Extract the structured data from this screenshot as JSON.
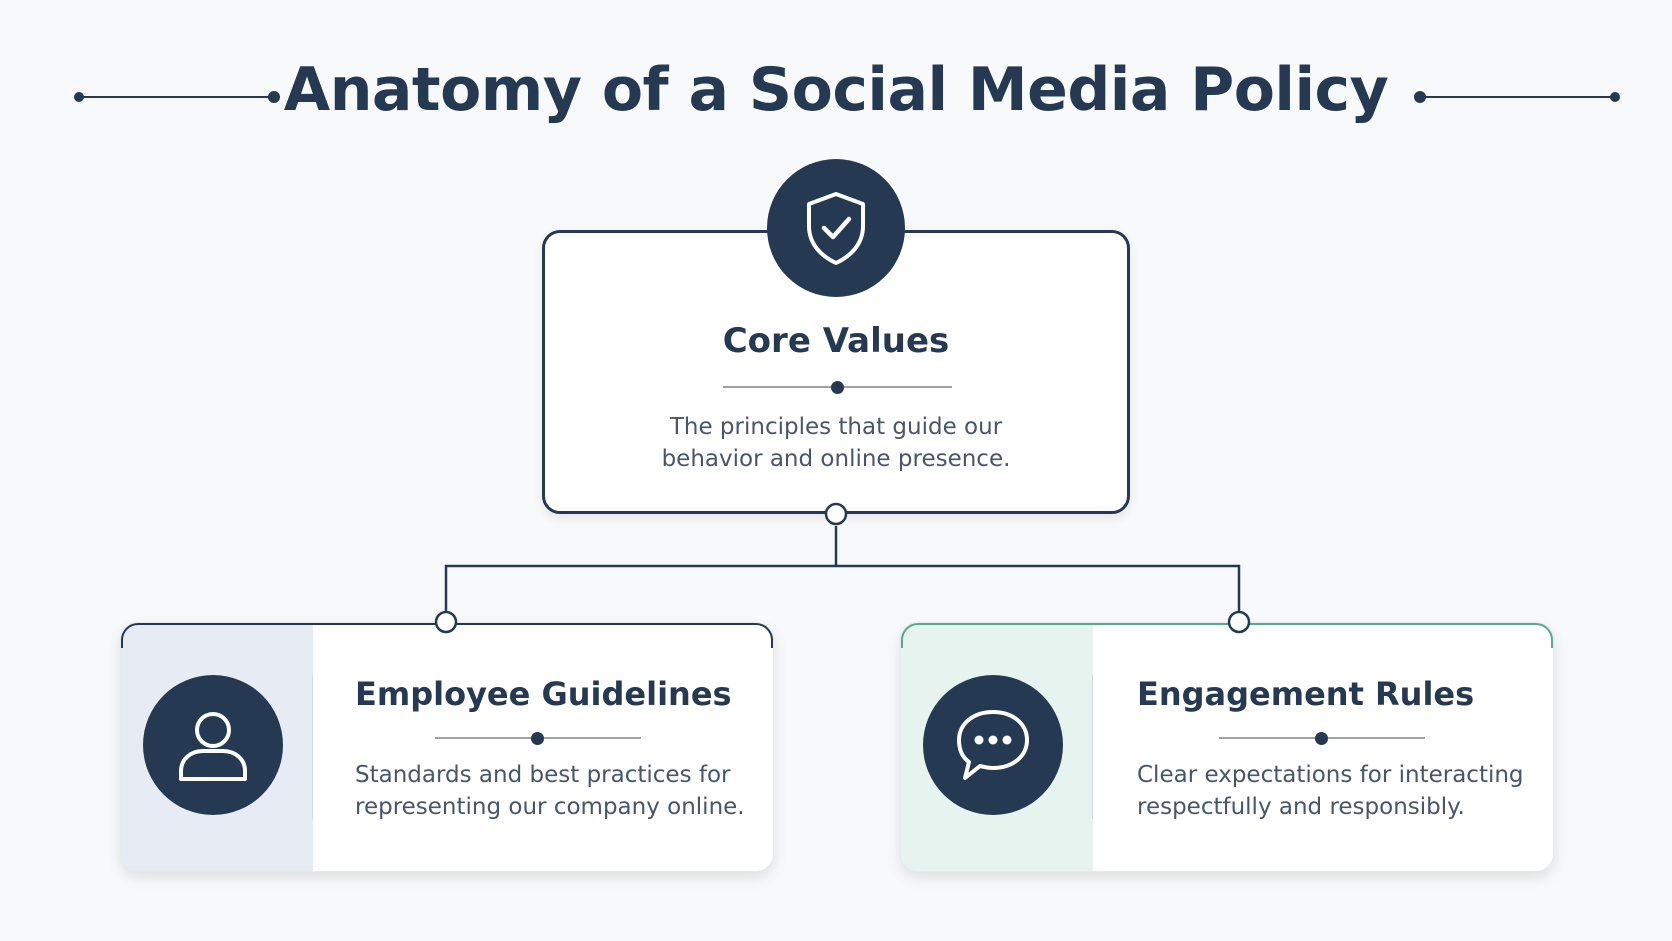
{
  "page": {
    "title": "Anatomy of a Social Media Policy"
  },
  "colors": {
    "primary": "#253a52",
    "text_muted": "#49556a",
    "accent_green": "#5aa98c",
    "panel_blue": "#e7ecf4",
    "panel_green": "#e6f3ee"
  },
  "core": {
    "icon": "shield-check-icon",
    "title": "Core Values",
    "desc_line1": "The principles that guide our",
    "desc_line2": "behavior and online presence."
  },
  "employee": {
    "icon": "user-icon",
    "title": "Employee Guidelines",
    "desc_line1": "Standards and best practices for",
    "desc_line2": "representing our company online."
  },
  "engagement": {
    "icon": "chat-bubble-icon",
    "title": "Engagement Rules",
    "desc_line1": "Clear expectations for interacting",
    "desc_line2": "respectfully and responsibly."
  }
}
